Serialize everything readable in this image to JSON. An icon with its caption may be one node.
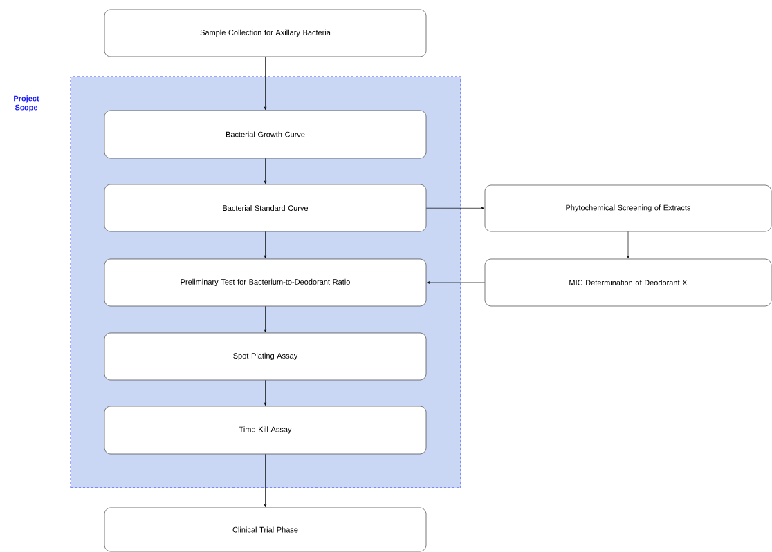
{
  "diagram": {
    "nodes": [
      {
        "text": [
          "Sample Collection for Axillary Bacteria"
        ]
      },
      {
        "text": [
          "Project Scope"
        ]
      },
      {
        "text": [
          "Bacterial Growth Curve"
        ],
        "in": 1
      },
      {
        "text": [
          "Bacterial Standard Curve"
        ],
        "in": 1
      },
      {
        "text": [
          "Preliminary Test for Bacterium-to-Deodorant Ratio"
        ],
        "in": 1
      },
      {
        "text": [
          "Spot Plating Assay"
        ],
        "in": 1
      },
      {
        "text": [
          "Time Kill Assay"
        ],
        "in": 1
      },
      {
        "text": [
          "Phytochemical Screening of Extracts"
        ]
      },
      {
        "text": [
          "MIC Determination of Deodorant X"
        ]
      },
      {
        "text": [
          "Clinical Trial Phase"
        ]
      }
    ],
    "edges": [
      {
        "from": 0,
        "to": 2,
        "arrow": "to"
      },
      {
        "from": 2,
        "to": 3,
        "arrow": "to"
      },
      {
        "from": 3,
        "to": 4,
        "arrow": "to"
      },
      {
        "from": 4,
        "to": 5,
        "arrow": "to"
      },
      {
        "from": 5,
        "to": 6,
        "arrow": "to"
      },
      {
        "from": 6,
        "to": 9,
        "arrow": "to"
      },
      {
        "from": 3,
        "to": 7,
        "arrow": "to"
      },
      {
        "from": 7,
        "to": 8,
        "arrow": "to"
      },
      {
        "from": 8,
        "to": 4,
        "arrow": "to"
      }
    ]
  }
}
